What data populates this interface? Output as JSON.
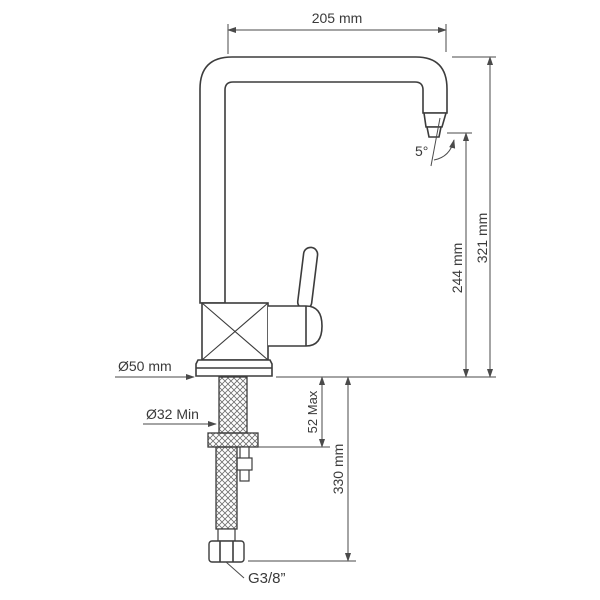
{
  "diagram": {
    "type": "technical-drawing",
    "subject": "kitchen faucet dimensional diagram",
    "colors": {
      "background": "#ffffff",
      "outline": "#3c3c3c",
      "dimension_line": "#4a4a4a",
      "text": "#3a3a3a"
    },
    "labels": {
      "spout_reach": "205 mm",
      "overall_height": "321 mm",
      "spout_outlet_height": "244 mm",
      "spout_angle": "5°",
      "base_diameter": "Ø50 mm",
      "min_hole_diameter": "Ø32 Min",
      "max_deck_thickness": "52 Max",
      "hose_length": "330 mm",
      "connection_thread": "G3/8”"
    }
  }
}
